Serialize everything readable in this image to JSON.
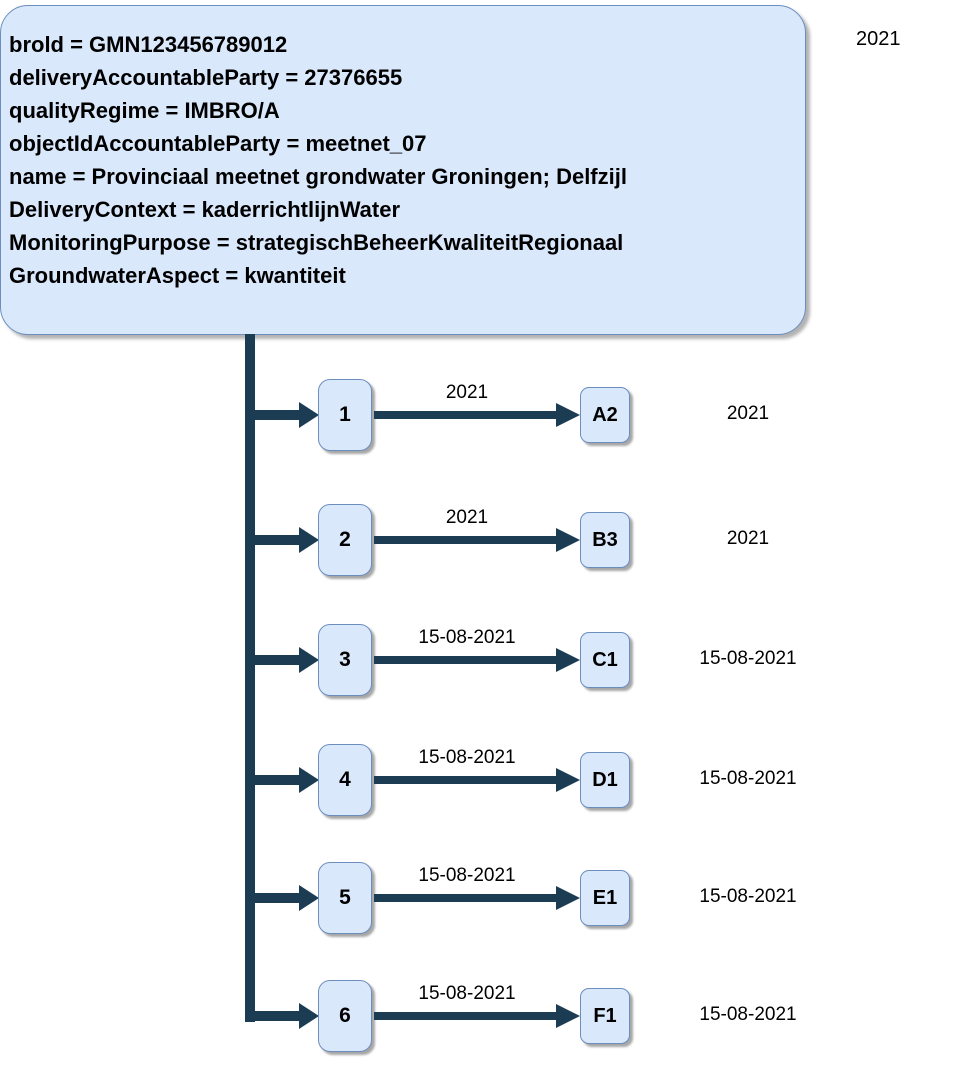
{
  "main_box": {
    "lines": [
      "brold = GMN123456789012",
      "deliveryAccountableParty = 27376655",
      "qualityRegime = IMBRO/A",
      "objectIdAccountableParty = meetnet_07",
      "name = Provinciaal meetnet grondwater Groningen; Delfzijl",
      "DeliveryContext = kaderrichtlijnWater",
      "MonitoringPurpose = strategischBeheerKwaliteitRegionaal",
      "GroundwaterAspect = kwantiteit"
    ]
  },
  "corner_label": "2021",
  "rows": [
    {
      "source": "1",
      "edge_label": "2021",
      "target": "A2",
      "right_label": "2021"
    },
    {
      "source": "2",
      "edge_label": "2021",
      "target": "B3",
      "right_label": "2021"
    },
    {
      "source": "3",
      "edge_label": "15-08-2021",
      "target": "C1",
      "right_label": "15-08-2021"
    },
    {
      "source": "4",
      "edge_label": "15-08-2021",
      "target": "D1",
      "right_label": "15-08-2021"
    },
    {
      "source": "5",
      "edge_label": "15-08-2021",
      "target": "E1",
      "right_label": "15-08-2021"
    },
    {
      "source": "6",
      "edge_label": "15-08-2021",
      "target": "F1",
      "right_label": "15-08-2021"
    }
  ],
  "colors": {
    "node_fill": "#dae8fc",
    "node_border": "#6c8ebf",
    "connector": "#1c3c54"
  }
}
